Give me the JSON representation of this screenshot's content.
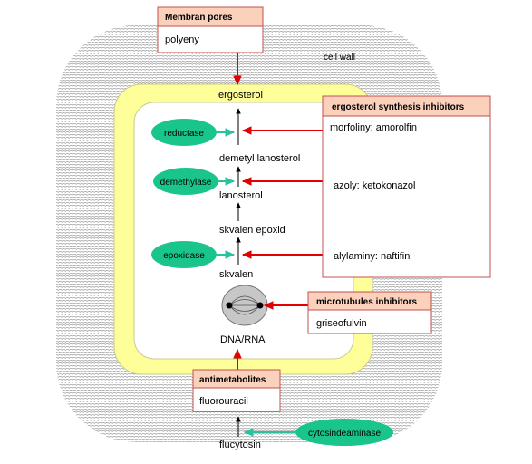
{
  "cell_wall_label": "cell wall",
  "membrane_label": "ergosterol",
  "pathway": {
    "demetyl": "demetyl lanosterol",
    "lanosterol": "lanosterol",
    "skvalen_epoxid": "skvalen epoxid",
    "skvalen": "skvalen",
    "dna_rna": "DNA/RNA",
    "flucytosin": "flucytosin"
  },
  "enzymes": {
    "reductase": "reductase",
    "demethylase": "demethylase",
    "epoxidase": "epoxidase",
    "cytosindeaminase": "cytosindeaminase"
  },
  "boxes": {
    "membran_pores": {
      "title": "Membran pores",
      "body": "polyeny"
    },
    "ergosterol_inhibitors": {
      "title": "ergosterol synthesis inhibitors",
      "items": [
        "morfoliny: amorolfin",
        "azoly: ketokonazol",
        "alylaminy: naftifin"
      ]
    },
    "microtubules": {
      "title": "microtubules inhibitors",
      "body": "griseofulvin"
    },
    "antimetabolites": {
      "title": "antimetabolites",
      "body": "fluorouracil"
    }
  },
  "colors": {
    "box_header": "#fbd1bc",
    "box_border": "#c0504d",
    "membrane_fill": "#ffff99",
    "membrane_stroke": "#c8c8a0",
    "enzyme_fill": "#19c58a",
    "enzyme_arrow": "#29c2a0",
    "inhibitor_arrow": "#e20000"
  }
}
